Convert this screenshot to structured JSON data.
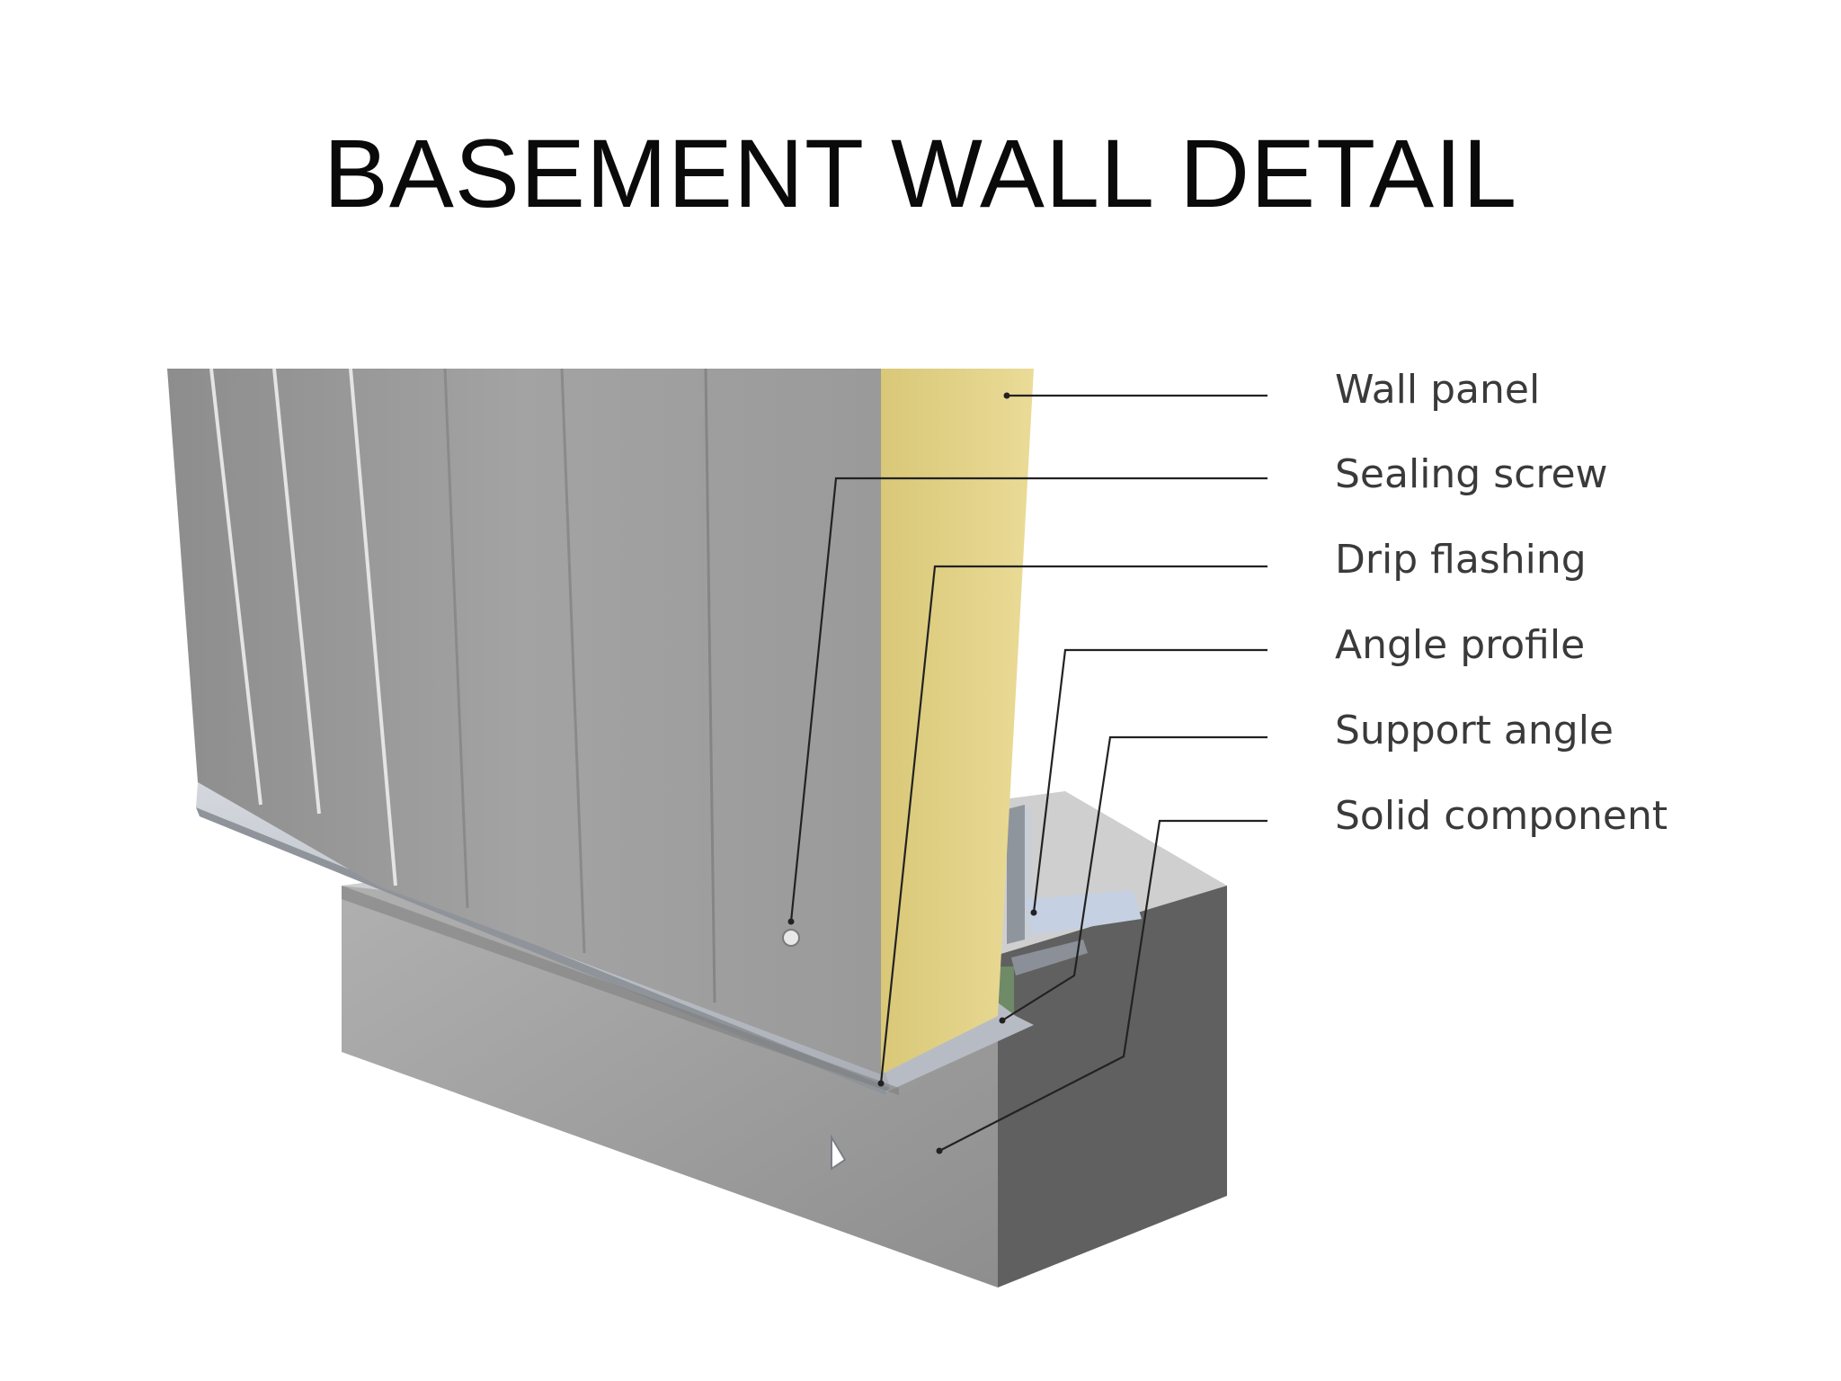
{
  "title": "BASEMENT WALL DETAIL",
  "callouts": [
    {
      "id": "wall-panel",
      "label": "Wall panel"
    },
    {
      "id": "sealing-screw",
      "label": "Sealing screw"
    },
    {
      "id": "drip-flashing",
      "label": "Drip flashing"
    },
    {
      "id": "angle-profile",
      "label": "Angle profile"
    },
    {
      "id": "support-angle",
      "label": "Support angle"
    },
    {
      "id": "solid-component",
      "label": "Solid component"
    }
  ],
  "colors": {
    "insulation_core": "#e6d58b",
    "panel_face": "#9c9c9c",
    "concrete_front": "#9a9a9a",
    "concrete_side": "#5e5e5e",
    "flashing": "#c2c7cf",
    "leader_line": "#222222"
  }
}
